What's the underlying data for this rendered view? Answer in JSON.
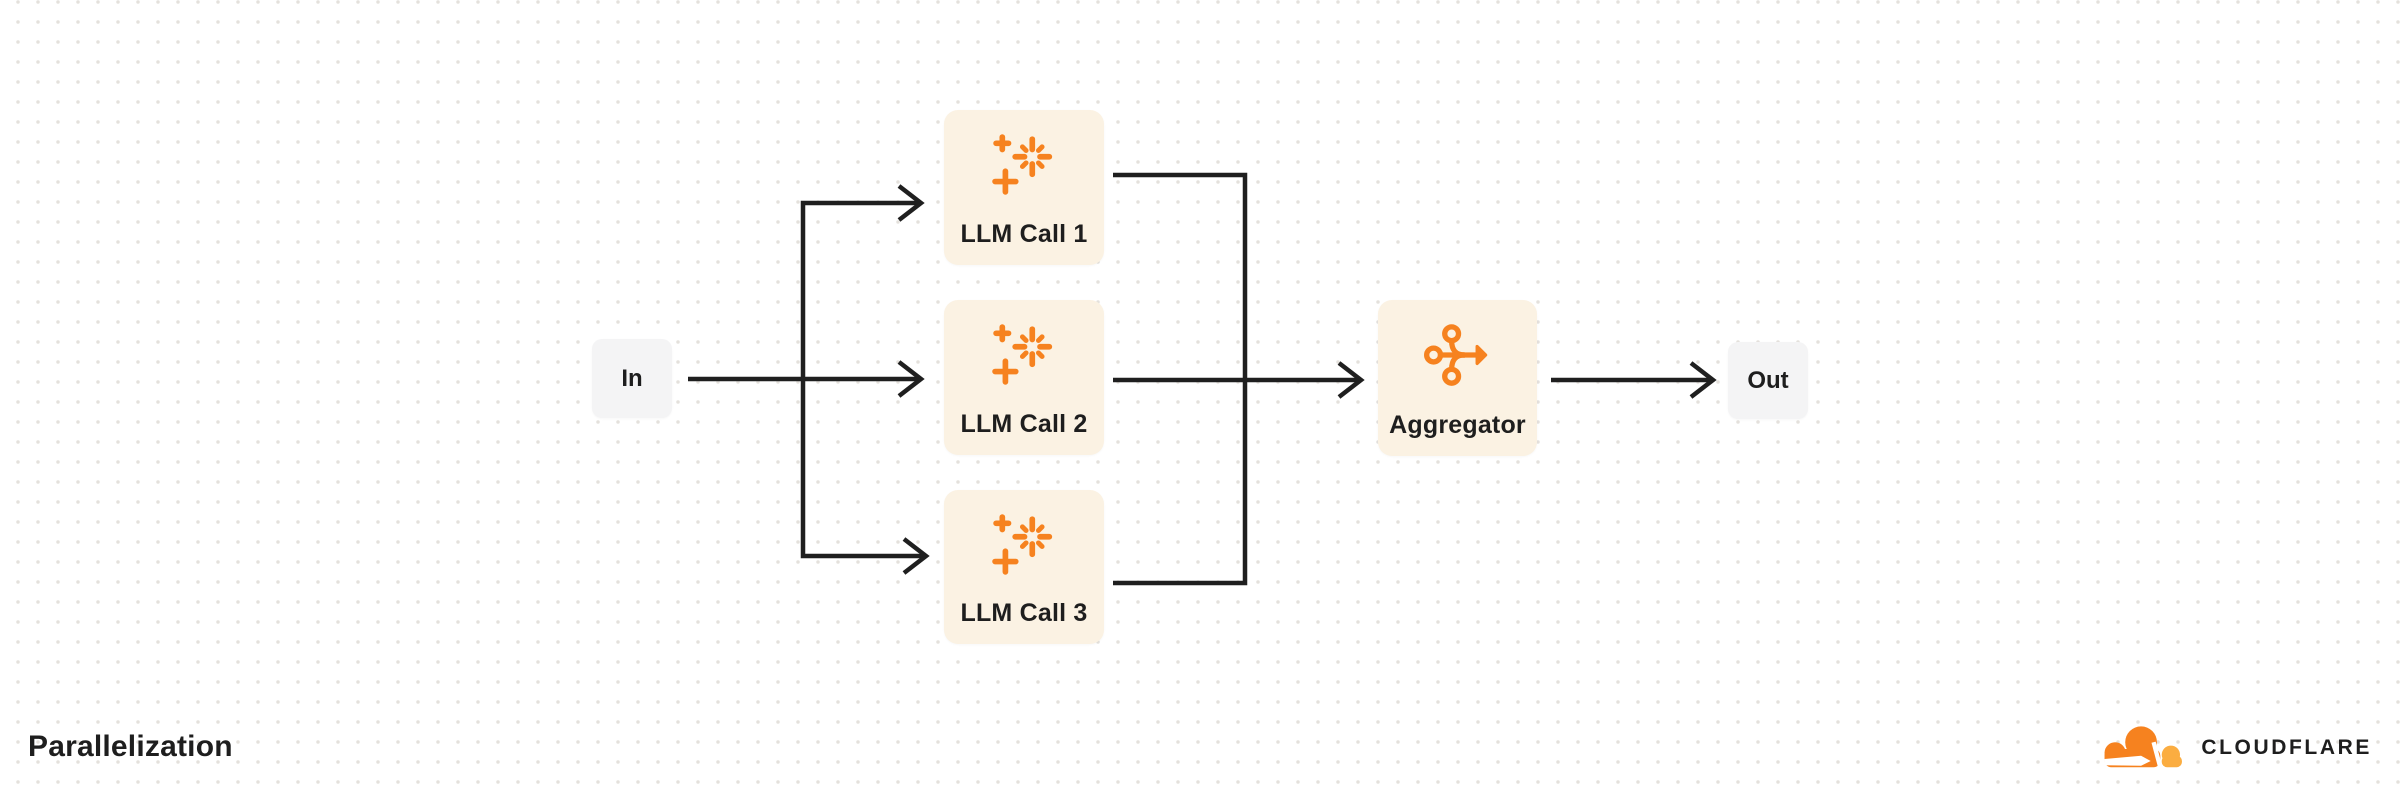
{
  "colors": {
    "accent_orange": "#F6821F",
    "logo_orange": "#F6821F",
    "logo_orange_light": "#FBAD41",
    "task_node_fill": "#FBF2E3",
    "io_node_fill": "#F4F4F5",
    "connector_line": "#1F1F1F",
    "text_ink": "#1E1E1E",
    "grid_dot": "#E4E1DC",
    "background": "#FFFFFF"
  },
  "diagram": {
    "title": "Parallelization",
    "nodes": {
      "input": {
        "label": "In"
      },
      "llm_calls": [
        {
          "label": "LLM Call 1",
          "icon": "ai-sparkle-icon"
        },
        {
          "label": "LLM Call 2",
          "icon": "ai-sparkle-icon"
        },
        {
          "label": "LLM Call 3",
          "icon": "ai-sparkle-icon"
        }
      ],
      "aggregator": {
        "label": "Aggregator",
        "icon": "merge-arrows-icon"
      },
      "output": {
        "label": "Out"
      }
    }
  },
  "branding": {
    "logo": "cloudflare-cloud-icon",
    "wordmark": "CLOUDFLARE"
  }
}
